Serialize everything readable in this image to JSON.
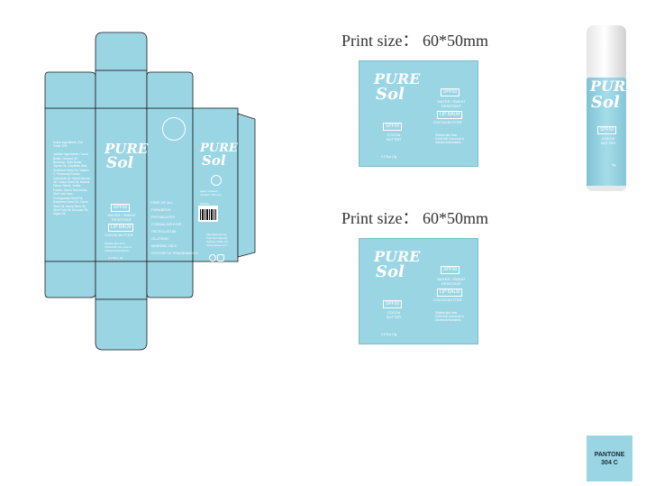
{
  "print_size_labels": [
    "Print size： 60*50mm",
    "Print size： 60*50mm"
  ],
  "brand": {
    "line1": "PURE",
    "line2": "Sol"
  },
  "label": {
    "spf_badge": "SPF50",
    "water_resistant": "WATER / SWEAT\nRESISTANT",
    "lip_balm": "LIP BALM",
    "cocoa_butter": "COCOA BUTTER",
    "spf_small": "SPF50",
    "cocoa_small": "COCOA\nBUTTER",
    "description": "Shields skin from\nUVA/UVB, Non-toxic &\nInfused Antioxidants",
    "net_weight": "0.17floz  |  5g"
  },
  "box": {
    "ingredients_text": "Active Ingredients: Zinc Oxide 20%\n\nInactive Ingredients: Cocoa Butter, Coconut Oil, Beeswax, Shea Butter, Jojoba Oil, Candelilla Wax, Sunflower Seed Oil, Vitamin E, Rosemary Extract, Calendula Oil, Sweet Almond Oil, Castor Seed Oil, Natural Flavor, Stevia, Vanilla Extract, Green Tea Extract, Aloe Leaf Juice, Pomegranate Seed Oil, Raspberry Seed Oil, Carrot Seed Oil, Hemp Seed Oil, Olive Fruit Oil, Avocado Oil, Argan Oil",
    "free_of_all_title": "FREE OF ALL",
    "free_of_all_items": [
      "PARABENS",
      "PHTHALATES",
      "FORMALDEHYDE",
      "PETROLATUM",
      "GLUTENS",
      "MINERAL OILS",
      "SYNTHETIC FRAGRANCES"
    ],
    "water_resistant_note": "water resistant\nminutes • 80 mins",
    "barcode_number": "PS0-50",
    "contact_text": "Manufactured for\nPure Sol Naturals\nSydney, NSW, AU\nwww.puresol.com"
  },
  "tube_label": {
    "line1": "PURE",
    "line2": "Sol",
    "spf": "SPF50",
    "cocoa": "COCOA\nBUTTER",
    "weight": "5g"
  },
  "swatch": {
    "line1": "PANTONE",
    "line2": "304 C",
    "color": "#9ad5e4"
  }
}
